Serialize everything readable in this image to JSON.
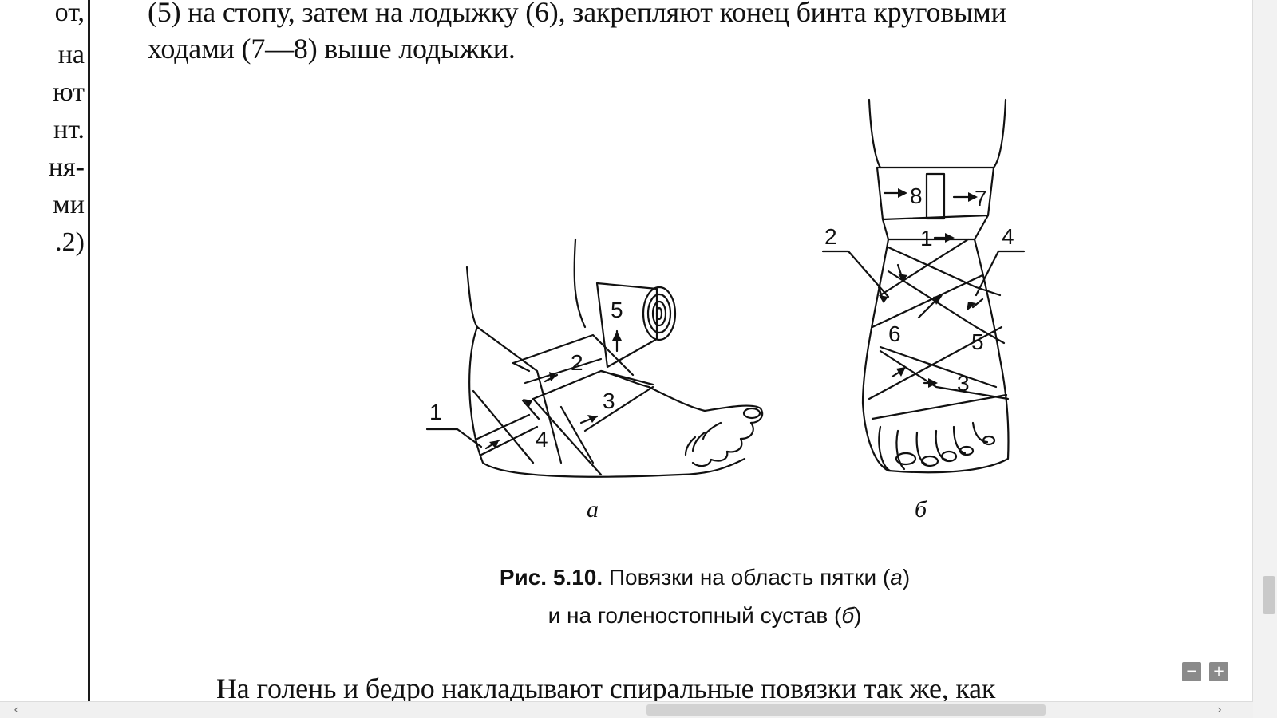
{
  "left_page": {
    "lines": [
      "от,",
      "на",
      "ют",
      "нт.",
      "ня-",
      "ми",
      ".2)"
    ]
  },
  "main_text": {
    "line1": "(5) на стопу, затем на лодыжку (6), закрепляют конец бинта круговыми",
    "line2": "ходами (7—8) выше лодыжки.",
    "bottom_line": "На голень и бедро накладывают спиральные повязки так же, как"
  },
  "figure": {
    "label_a": "а",
    "label_b": "б",
    "numbers_a": [
      "1",
      "2",
      "3",
      "4",
      "5"
    ],
    "numbers_b": [
      "8",
      "7",
      "1",
      "2",
      "4",
      "6",
      "5",
      "3"
    ]
  },
  "caption": {
    "bold": "Рис. 5.10.",
    "line1_rest": " Повязки на область пятки (",
    "italic_a": "а",
    "close1": ")",
    "line2_start": "и на голеностопный сустав (",
    "italic_b": "б",
    "close2": ")"
  },
  "controls": {
    "zoom_out": "−",
    "zoom_in": "+",
    "scroll_left": "‹",
    "scroll_right": "›"
  }
}
